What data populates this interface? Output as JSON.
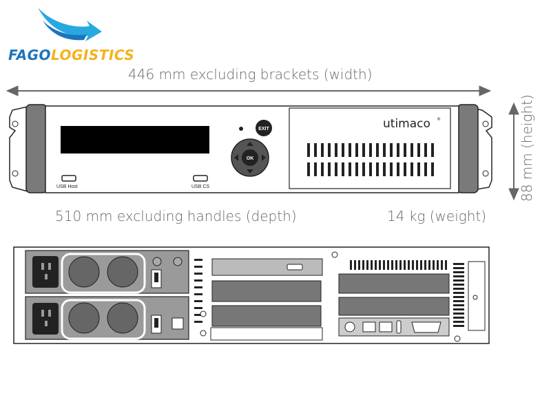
{
  "brand": {
    "name_part1": "FAGO",
    "name_part2": "LOGISTICS",
    "colors": {
      "blue": "#1b75bc",
      "cyan": "#29a8e0",
      "yellow": "#f5b21a"
    }
  },
  "dimensions": {
    "width": "446 mm excluding brackets (width)",
    "height": "88 mm (height)",
    "depth": "510 mm excluding handles (depth)",
    "weight": "14 kg (weight)"
  },
  "front_panel": {
    "vendor": "utimaco",
    "registered_mark": "®",
    "exit_button": "EXIT",
    "ok_button": "OK",
    "usb_host": "USB Host",
    "usb_cs": "USB CS"
  }
}
